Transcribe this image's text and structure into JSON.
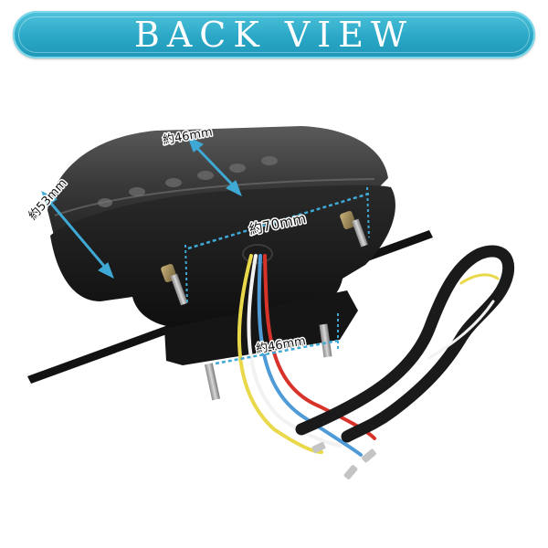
{
  "banner": {
    "title": "BACK VIEW"
  },
  "dimensions": {
    "height": "約53mm",
    "top_width": "約46mm",
    "bolt_spacing": "約70mm",
    "bottom_bolt_spacing": "約46mm"
  },
  "colors": {
    "banner": "#2aa7c6",
    "dimension_line": "#3fa9d6",
    "lamp_body": "#1a1a1a",
    "wire_white": "#f2f2f2",
    "wire_yellow": "#e8d84a",
    "wire_red": "#d8332a",
    "wire_blue": "#4e9bd8"
  }
}
